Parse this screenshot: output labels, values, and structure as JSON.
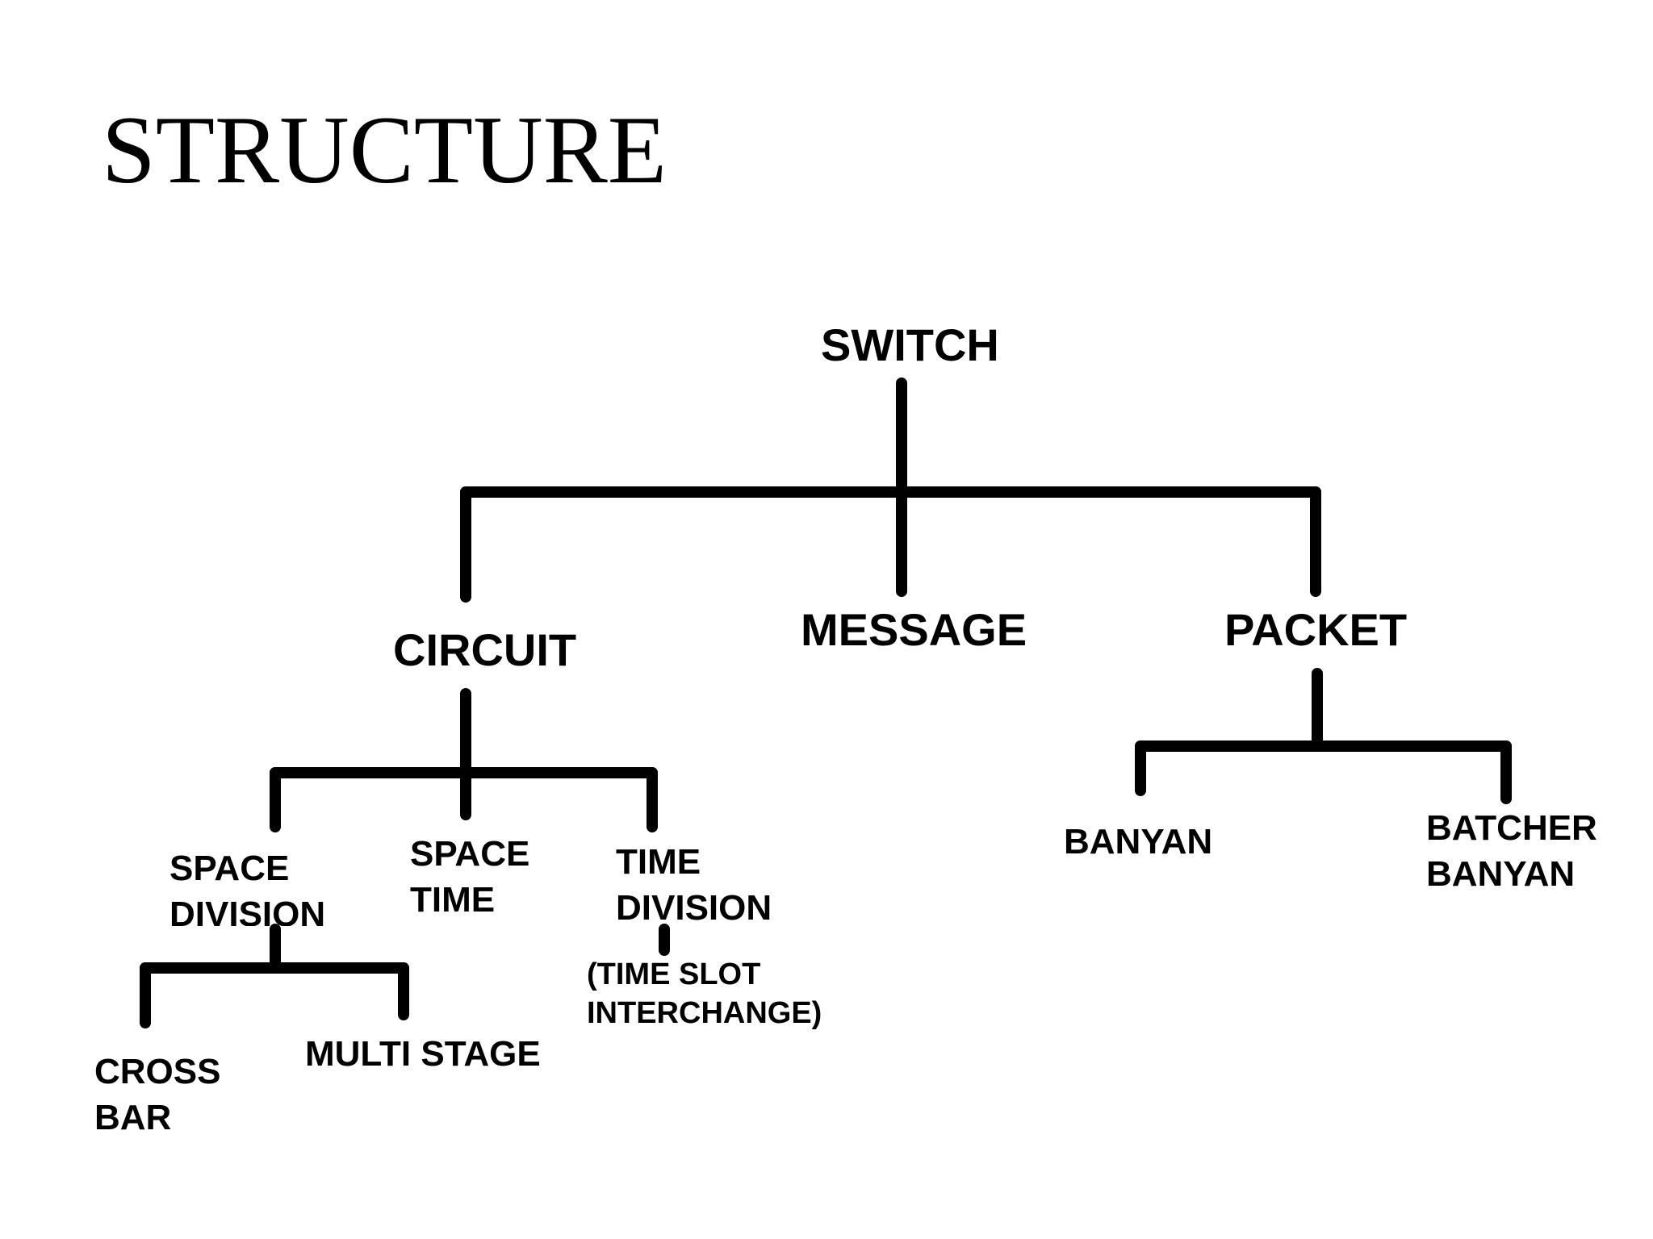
{
  "slide": {
    "title": "STRUCTURE"
  },
  "tree": {
    "switch": "SWITCH",
    "circuit": "CIRCUIT",
    "message": "MESSAGE",
    "packet": "PACKET",
    "space_division": "SPACE\nDIVISION",
    "space_time": "SPACE\nTIME",
    "time_division": "TIME\nDIVISION",
    "time_slot_interchange": "(TIME SLOT\nINTERCHANGE)",
    "cross_bar": "CROSS\nBAR",
    "multi_stage": "MULTI STAGE",
    "banyan": "BANYAN",
    "batcher_banyan": "BATCHER\nBANYAN"
  },
  "colors": {
    "line": "#000000",
    "text": "#000000",
    "background": "#ffffff"
  }
}
